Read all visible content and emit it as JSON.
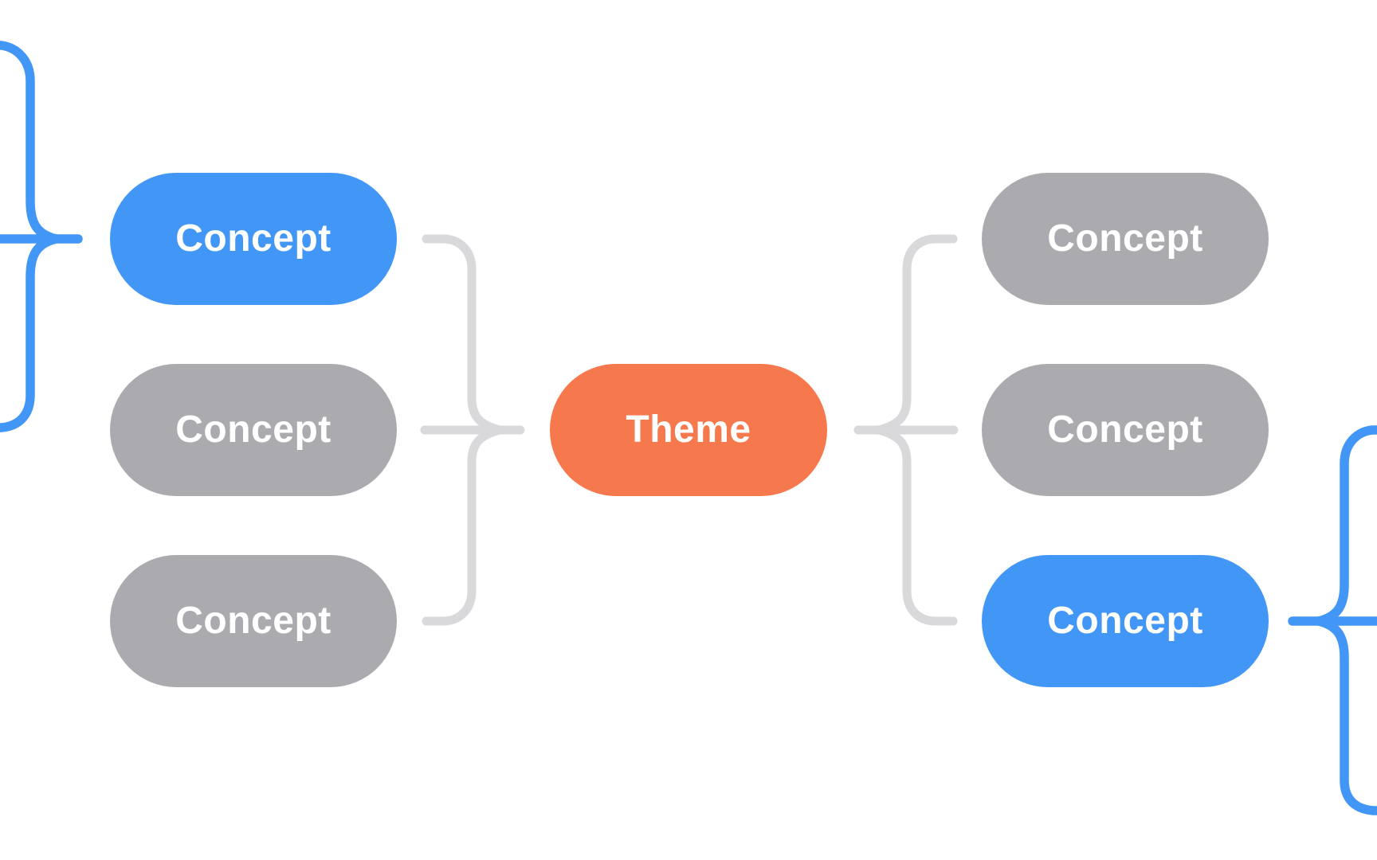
{
  "canvas": {
    "kind": "mind-map diagram",
    "background": "#ffffff"
  },
  "colors": {
    "highlight_blue": "#4296f6",
    "theme_orange": "#f5794c",
    "node_gray": "#abaaae",
    "connector_gray": "#d9d9db",
    "label_text": "#ffffff"
  },
  "nodes": {
    "theme": {
      "label": "Theme",
      "color": "#f5794c"
    },
    "left": [
      {
        "label": "Concept",
        "color": "#4296f6"
      },
      {
        "label": "Concept",
        "color": "#abaaae"
      },
      {
        "label": "Concept",
        "color": "#abaaae"
      }
    ],
    "right": [
      {
        "label": "Concept",
        "color": "#abaaae"
      },
      {
        "label": "Concept",
        "color": "#abaaae"
      },
      {
        "label": "Concept",
        "color": "#4296f6"
      }
    ]
  },
  "connectors": {
    "left_offscreen_brace": "blue curly brace to off-screen children of top-left concept",
    "theme_left_brace": "gray curly brace joining left concepts to theme",
    "theme_right_brace": "gray curly brace joining theme to right concepts",
    "right_offscreen_brace": "blue curly brace to off-screen children of bottom-right concept"
  }
}
